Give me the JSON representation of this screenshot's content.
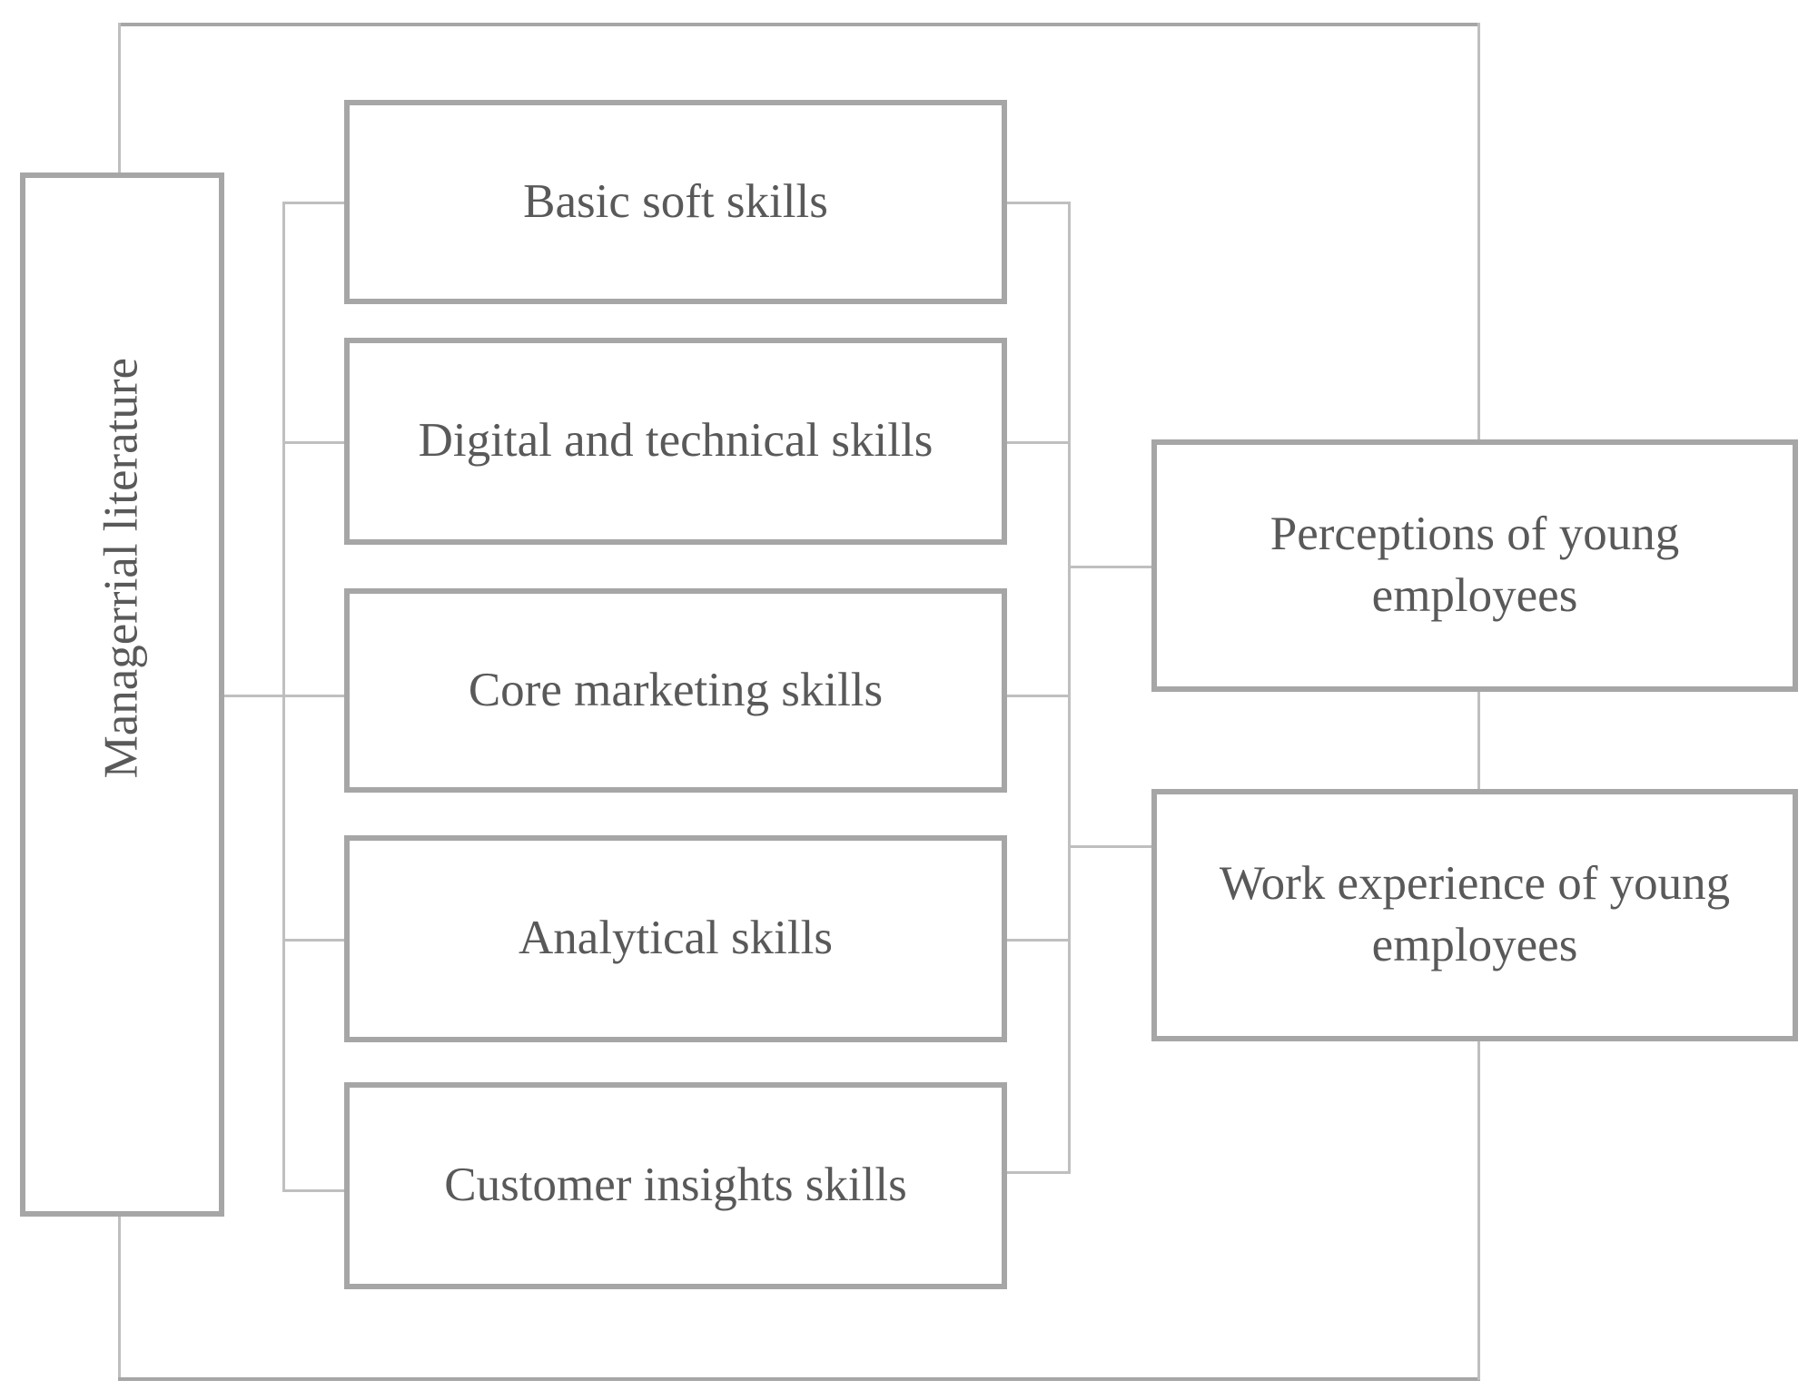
{
  "diagram": {
    "title_text_present": false,
    "source": {
      "label": "Managerrial literature"
    },
    "skills": [
      {
        "label": "Basic soft skills"
      },
      {
        "label": "Digital and technical skills"
      },
      {
        "label": "Core marketing skills"
      },
      {
        "label": "Analytical skills"
      },
      {
        "label": "Customer insights skills"
      }
    ],
    "outcomes": [
      {
        "label": "Perceptions of young employees"
      },
      {
        "label": "Work experience of young employees"
      }
    ],
    "colors": {
      "box_border": "#a6a6a6",
      "connector": "#bfbfbf",
      "text": "#595959",
      "background": "#ffffff"
    }
  }
}
